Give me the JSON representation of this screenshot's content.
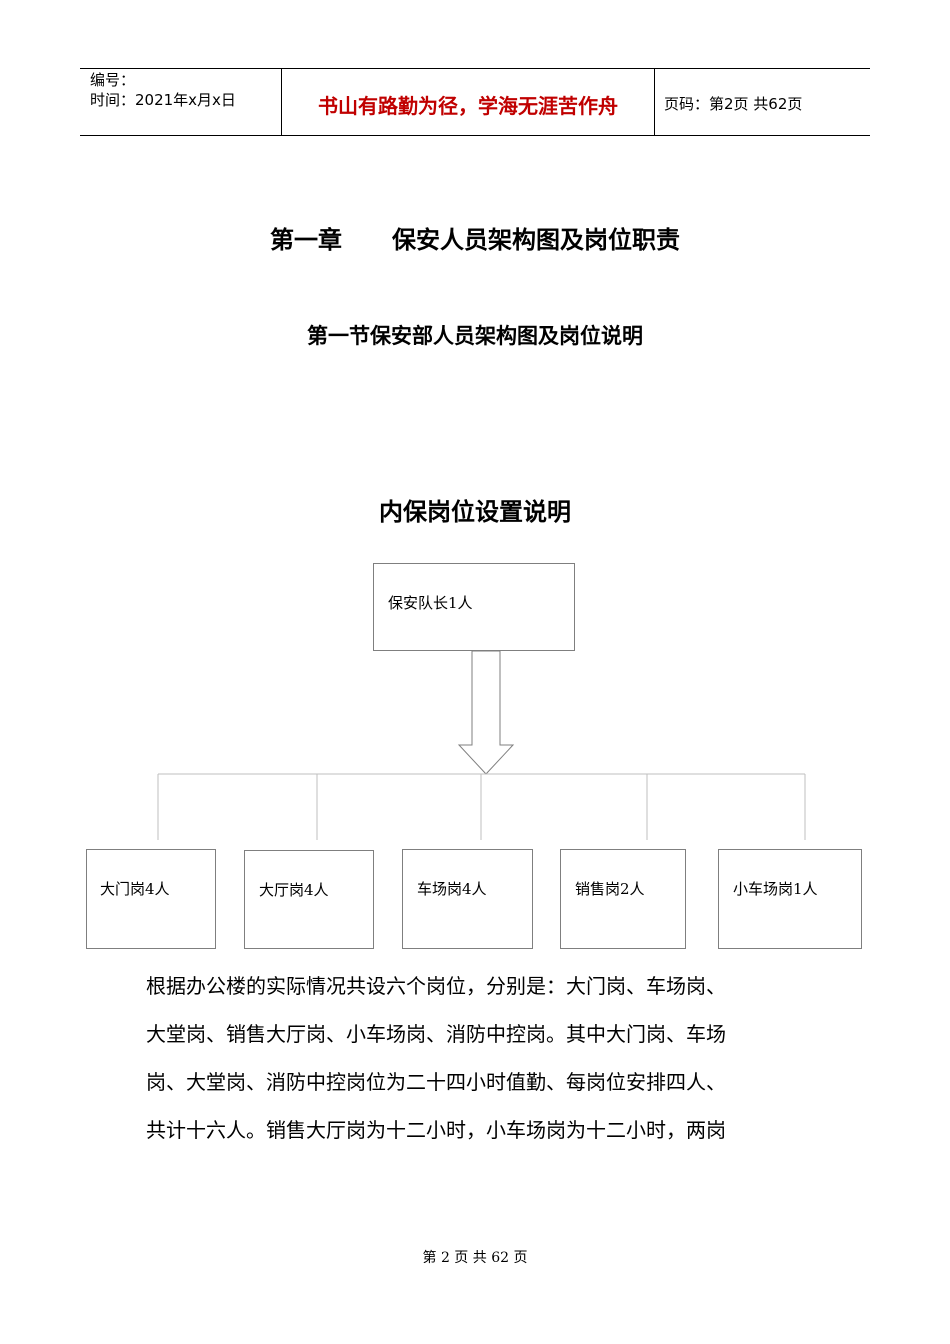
{
  "header": {
    "number_label": "编号：",
    "date_label": "时间：2021年x月x日",
    "motto": "书山有路勤为径，学海无涯苦作舟",
    "page_info": "页码：第2页  共62页"
  },
  "chapter": {
    "number": "第一章",
    "title": "保安人员架构图及岗位职责"
  },
  "section_title": "第一节保安部人员架构图及岗位说明",
  "chart_title": "内保岗位设置说明",
  "org_chart": {
    "root": "保安队长1人",
    "posts": [
      "大门岗4人",
      "大厅岗4人",
      "车场岗4人",
      "销售岗2人",
      "小车场岗1人"
    ]
  },
  "paragraph_lines": [
    "根据办公楼的实际情况共设六个岗位，分别是：大门岗、车场岗、",
    "大堂岗、销售大厅岗、小车场岗、消防中控岗。其中大门岗、车场",
    "岗、大堂岗、消防中控岗位为二十四小时值勤、每岗位安排四人、",
    "共计十六人。销售大厅岗为十二小时，小车场岗为十二小时，两岗"
  ],
  "footer": "第 2 页 共 62 页"
}
